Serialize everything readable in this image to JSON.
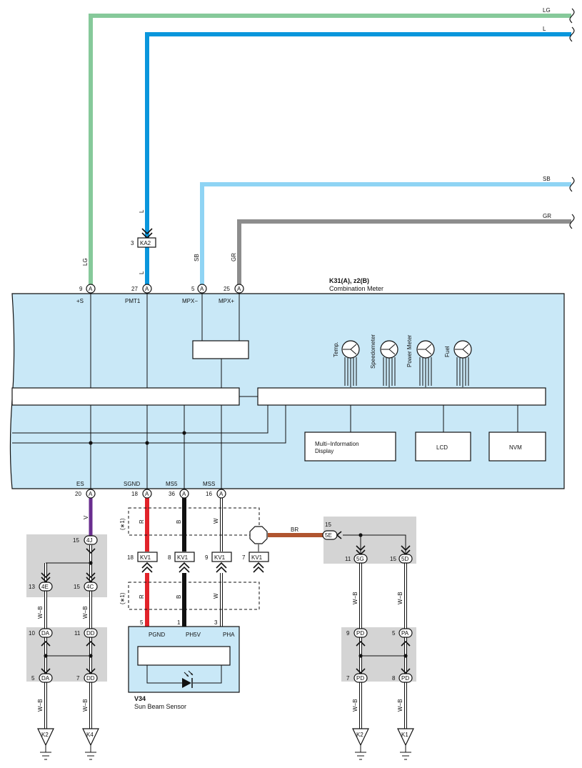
{
  "colors": {
    "meter_fill": "#c9e8f7",
    "splice_fill": "#d4d4d4",
    "wire_LG": "#86c99a",
    "wire_L": "#0a96dc",
    "wire_SB": "#8fd4f4",
    "wire_GR": "#8d8d8d",
    "wire_V": "#6a2e8f",
    "wire_R": "#e1232a",
    "wire_B": "#111111",
    "wire_BR": "#b0552f",
    "wire_W": "#ffffff",
    "wire_WB": "#ffffff"
  },
  "meter": {
    "ref": "K31(A), z2(B)",
    "name": "Combination Meter",
    "top_pins": [
      {
        "num": "9",
        "conn": "A",
        "signal": "+S",
        "wire": "LG"
      },
      {
        "num": "27",
        "conn": "A",
        "signal": "PMT1",
        "wire": "L"
      },
      {
        "num": "5",
        "conn": "A",
        "signal": "MPX−",
        "wire": "SB"
      },
      {
        "num": "25",
        "conn": "A",
        "signal": "MPX+",
        "wire": "GR"
      }
    ],
    "bottom_pins": [
      {
        "num": "20",
        "conn": "A",
        "signal": "ES",
        "wire": "V"
      },
      {
        "num": "18",
        "conn": "A",
        "signal": "SGND",
        "wire": "R"
      },
      {
        "num": "36",
        "conn": "A",
        "signal": "MS5",
        "wire": "B"
      },
      {
        "num": "16",
        "conn": "A",
        "signal": "MSS",
        "wire": "W"
      }
    ],
    "gauges": [
      "Temp.",
      "Speedometer",
      "Power Meter",
      "Fuel"
    ],
    "blocks": [
      "Multi−Information",
      "Display",
      "LCD",
      "NVM"
    ]
  },
  "right_wires": [
    "LG",
    "L",
    "SB",
    "GR"
  ],
  "inline": {
    "ka2": {
      "num": "3",
      "name": "KA2",
      "wire": "L"
    },
    "kv1": [
      {
        "num": "18",
        "name": "KV1"
      },
      {
        "num": "8",
        "name": "KV1"
      },
      {
        "num": "9",
        "name": "KV1"
      },
      {
        "num": "7",
        "name": "KV1"
      }
    ],
    "note": "(∗1)",
    "br_wire": "BR"
  },
  "sensor": {
    "ref": "V34",
    "name": "Sun Beam Sensor",
    "pins": [
      {
        "num": "5",
        "signal": "PGND"
      },
      {
        "num": "1",
        "signal": "PH5V"
      },
      {
        "num": "3",
        "signal": "PHA"
      }
    ]
  },
  "junctions_left": {
    "j4j": {
      "num": "15",
      "name": "4J"
    },
    "j4e": {
      "num": "13",
      "name": "4E"
    },
    "j4c": {
      "num": "15",
      "name": "4C"
    },
    "jda1": {
      "num": "10",
      "name": "DA"
    },
    "jdd1": {
      "num": "11",
      "name": "DD"
    },
    "jda2": {
      "num": "5",
      "name": "DA"
    },
    "jdd2": {
      "num": "7",
      "name": "DD"
    },
    "wire": "W−B",
    "grounds": [
      "K2",
      "K4"
    ]
  },
  "junctions_right": {
    "j5e": {
      "num": "15",
      "name": "5E"
    },
    "j5g": {
      "num": "11",
      "name": "5G"
    },
    "j5d": {
      "num": "15",
      "name": "5D"
    },
    "jpd1": {
      "num": "9",
      "name": "PD"
    },
    "jpa": {
      "num": "5",
      "name": "PA"
    },
    "jpd2": {
      "num": "7",
      "name": "PD"
    },
    "jpd3": {
      "num": "8",
      "name": "PD"
    },
    "wire": "W−B",
    "grounds": [
      "K2",
      "K1"
    ]
  }
}
